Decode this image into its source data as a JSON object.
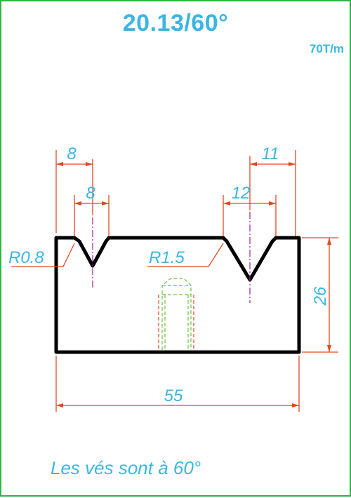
{
  "title": "20.13/60°",
  "capacity": "70T/m",
  "note": "Les vés sont à 60°",
  "dimensions": {
    "v1_opening_top": "8",
    "v1_opening_inner": "8",
    "v2_opening_top": "11",
    "v2_opening_inner": "12",
    "radius_small": "R0.8",
    "radius_large": "R1.5",
    "height": "26",
    "width": "55"
  },
  "colors": {
    "accent": "#3bb6e3",
    "dimension_lines": "#e2471f",
    "outline": "#000000",
    "axis": "#a02090",
    "tang": "#6ac23d",
    "frame": "#2fb344"
  }
}
